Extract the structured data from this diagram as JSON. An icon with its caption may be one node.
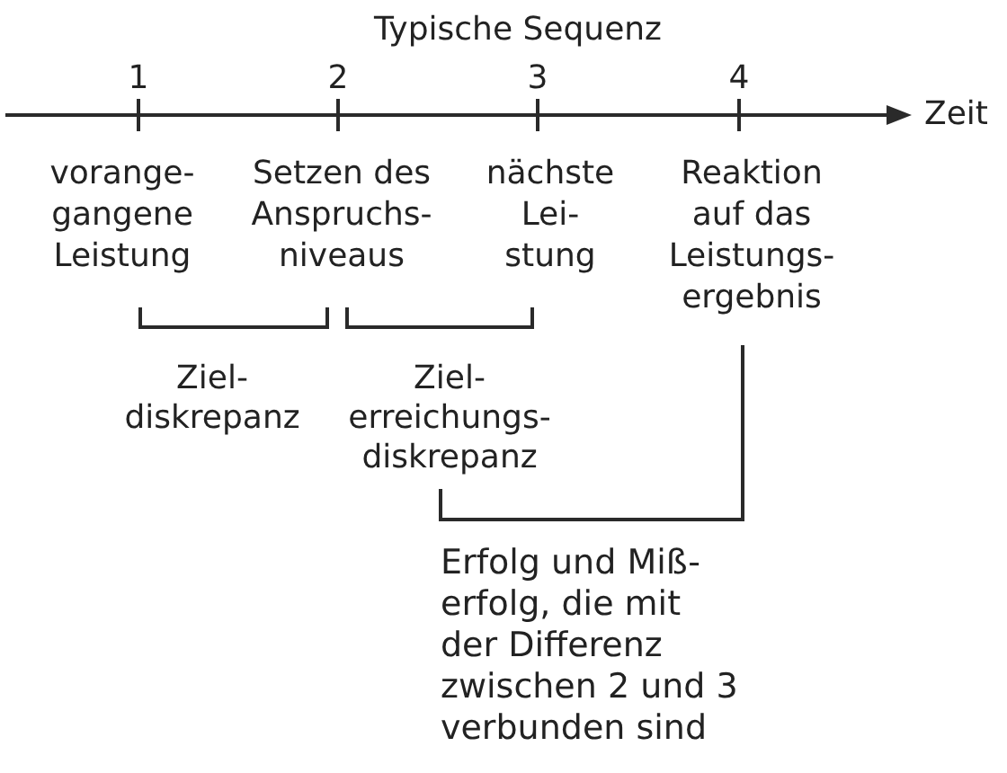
{
  "diagram": {
    "title": "Typische Sequenz",
    "labels": [
      "1",
      "2",
      "3",
      "4",
      "Zeit",
      "vorange- gangene Leistung",
      "Setzen des Anspruchs- niveaus",
      "nächste Lei- stung",
      "Reaktion auf das Leistungs- ergebnis",
      "Ziel- diskrepanz",
      "Ziel- erreichungs- diskrepanz",
      "Erfolg und Miß- erfolg, die mit der Differenz zwischen 2 und 3 verbunden sind"
    ]
  }
}
